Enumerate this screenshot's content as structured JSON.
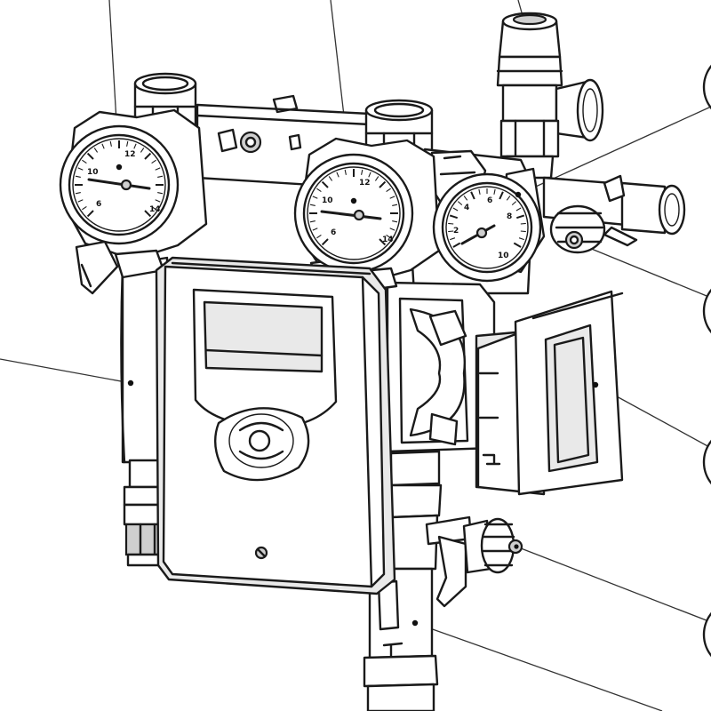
{
  "gauges": {
    "left_thermometer": {
      "ticks": [
        "6",
        "10",
        "12",
        "14"
      ]
    },
    "center_thermometer": {
      "ticks": [
        "6",
        "10",
        "12",
        "14"
      ]
    },
    "pressure_gauge": {
      "ticks": [
        "2",
        "4",
        "6",
        "8",
        "10"
      ]
    }
  },
  "controller": {
    "logo": ""
  },
  "colors": {
    "line": "#1a1a1a",
    "shade": "#e9e9e9",
    "background": "#ffffff"
  }
}
